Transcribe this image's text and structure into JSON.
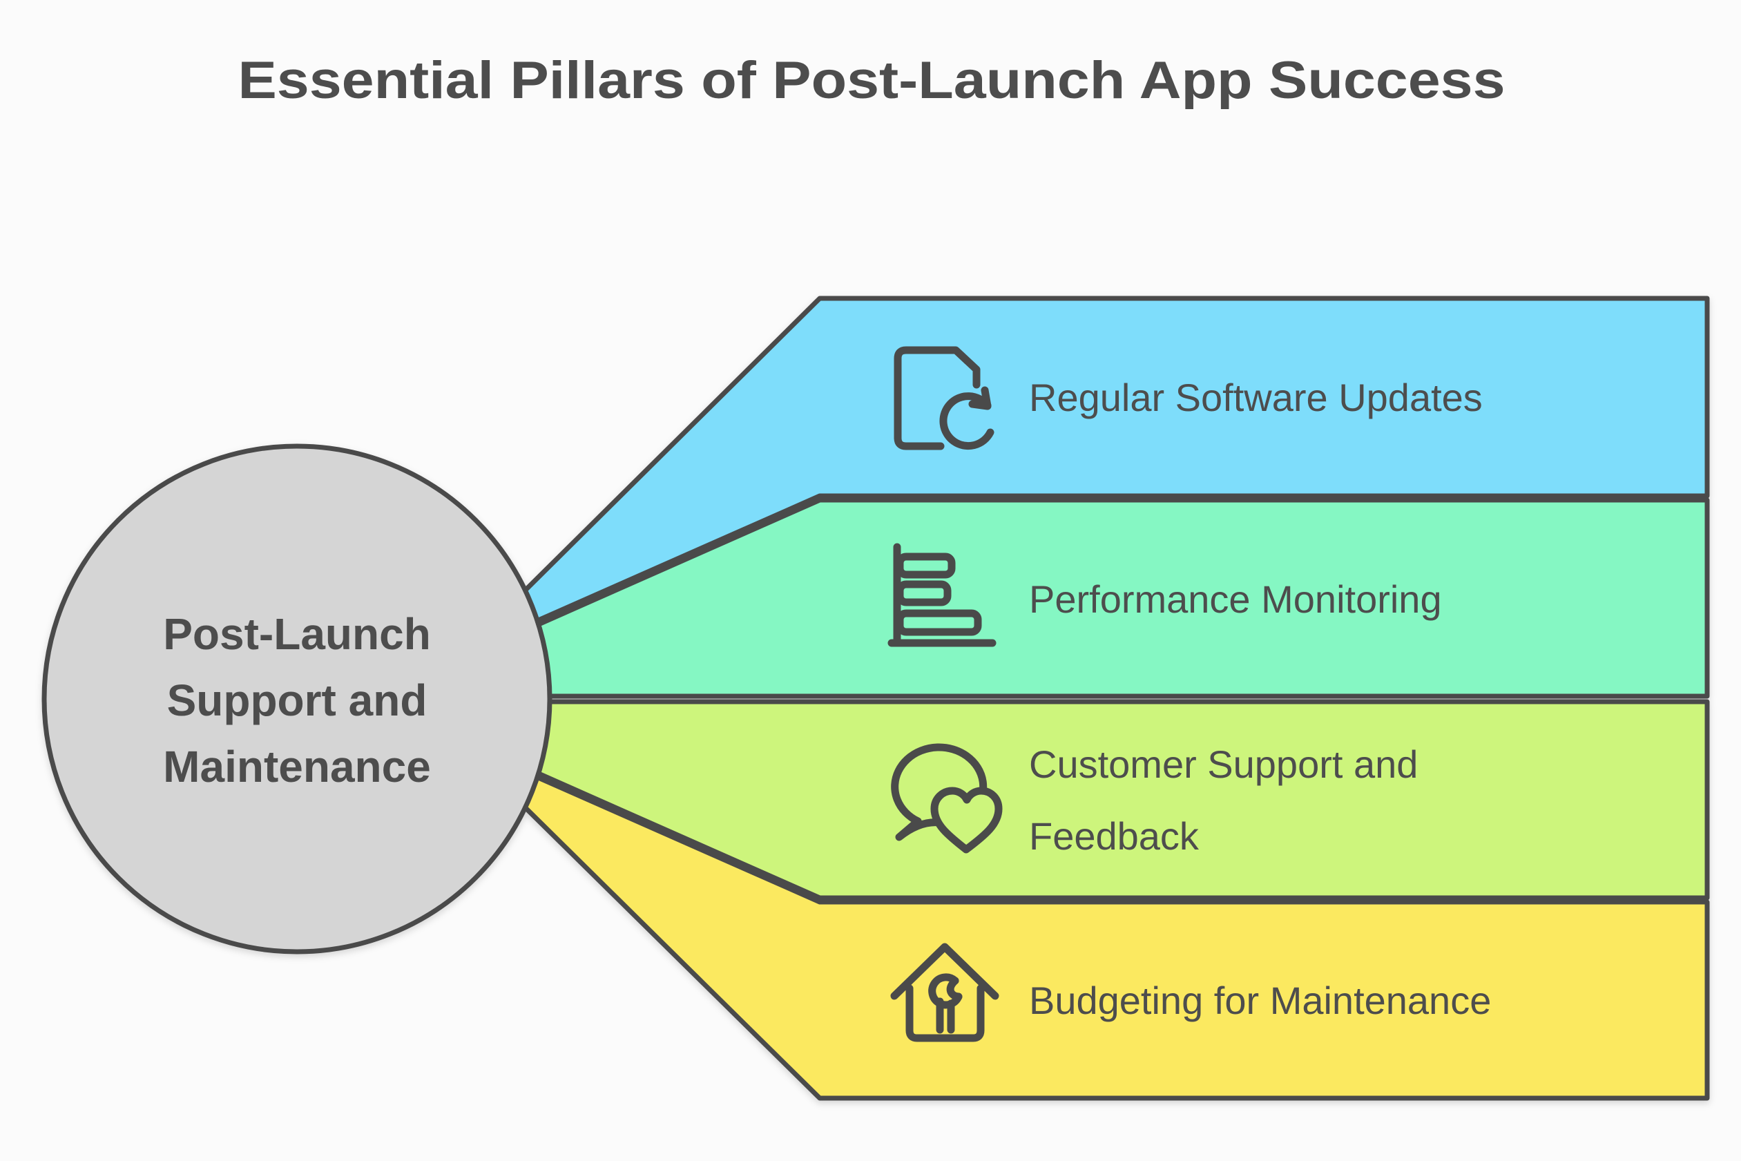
{
  "title": "Essential Pillars of Post-Launch App Success",
  "colors": {
    "background": "#fbfbfb",
    "outline": "#4a4a4a",
    "text": "#4d4d4d",
    "circle_fill": "#d5d5d5",
    "pillar_blue": "#7eddfb",
    "pillar_green": "#85f7c3",
    "pillar_lime": "#cdf57c",
    "pillar_yellow": "#fbe960"
  },
  "center_node": {
    "label": "Post-Launch Support and Maintenance",
    "lines": [
      "Post-Launch",
      "Support and",
      "Maintenance"
    ]
  },
  "pillars": [
    {
      "label": "Regular Software Updates",
      "lines": [
        "Regular Software Updates"
      ],
      "icon": "document-refresh-icon",
      "color": "#7eddfb"
    },
    {
      "label": "Performance Monitoring",
      "lines": [
        "Performance Monitoring"
      ],
      "icon": "bar-chart-icon",
      "color": "#85f7c3"
    },
    {
      "label": "Customer Support and Feedback",
      "lines": [
        "Customer Support and",
        "Feedback"
      ],
      "icon": "chat-heart-icon",
      "color": "#cdf57c"
    },
    {
      "label": "Budgeting for Maintenance",
      "lines": [
        "Budgeting for Maintenance"
      ],
      "icon": "house-wrench-icon",
      "color": "#fbe960"
    }
  ]
}
